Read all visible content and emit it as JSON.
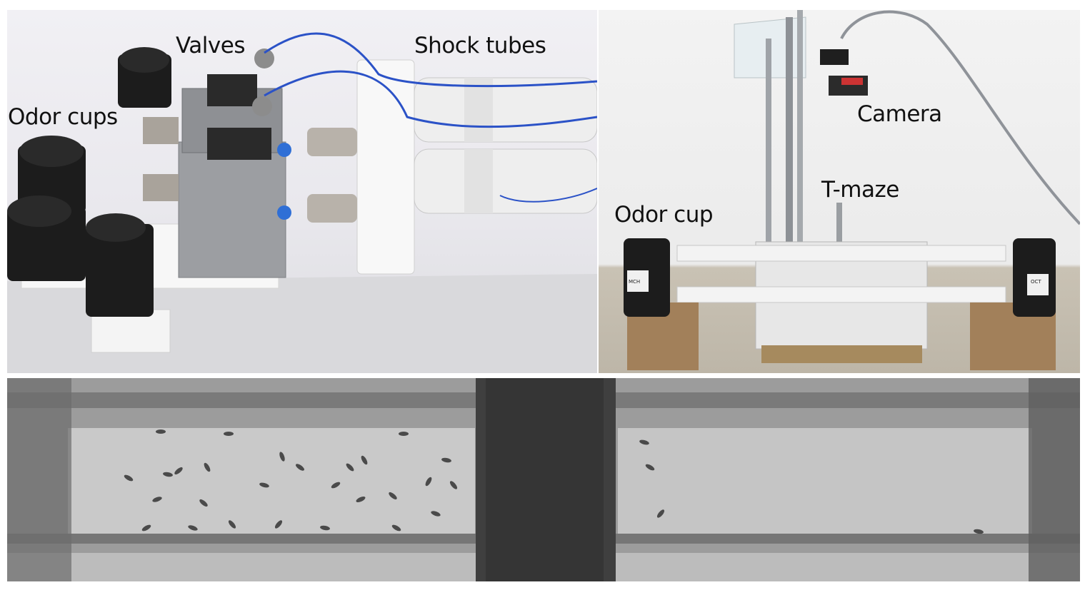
{
  "figure": {
    "panel_a": {
      "labels": {
        "valves": "Valves",
        "shock_tubes": "Shock tubes",
        "odor_cups": "Odor cups"
      }
    },
    "panel_b": {
      "labels": {
        "camera": "Camera",
        "t_maze": "T-maze",
        "odor_cup": "Odor cup"
      },
      "cup_tags": [
        "OCT",
        "MCH"
      ]
    },
    "panel_c": {}
  }
}
